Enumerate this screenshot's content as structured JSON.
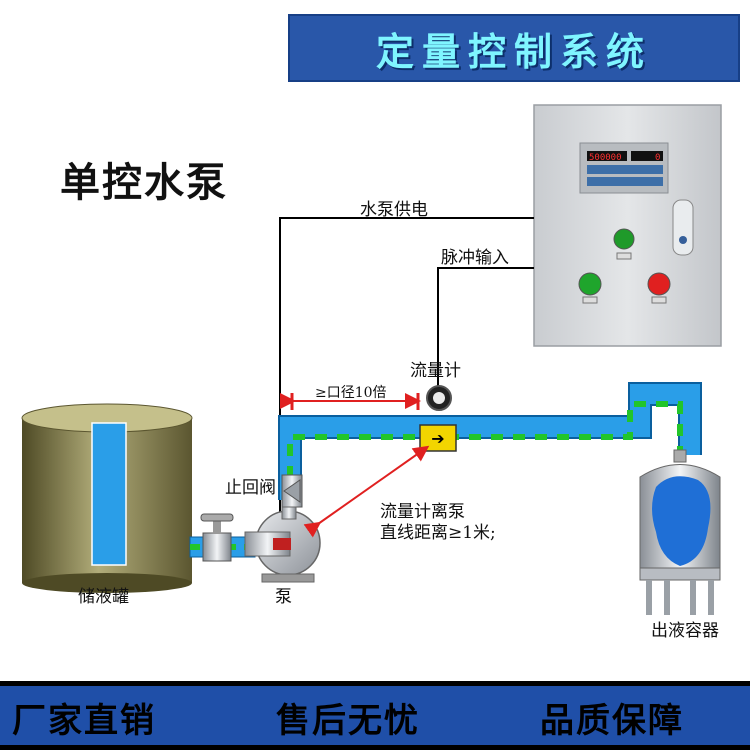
{
  "title": "定量控制系统",
  "subtitle": "单控水泵",
  "labels": {
    "power": "水泵供电",
    "pulse": "脉冲输入",
    "flowmeter": "流量计",
    "distance": "≥口径10倍",
    "check_valve": "止回阀",
    "pump": "泵",
    "tank": "储液罐",
    "container": "出液容器",
    "note_line1": "流量计离泵",
    "note_line2": "直线距离≥1米;"
  },
  "panel": {
    "display_left": "500000",
    "display_right": "0"
  },
  "footer": {
    "item1": "厂家直销",
    "item2": "售后无忧",
    "item3": "品质保障"
  },
  "colors": {
    "banner_bg": "#2957a9",
    "banner_text": "#7ff5ff",
    "pipe_fill": "#2a9ee8",
    "pipe_dash": "#22c52a",
    "arrow_red": "#e02020",
    "footer_bg": "#1f4fa8"
  }
}
